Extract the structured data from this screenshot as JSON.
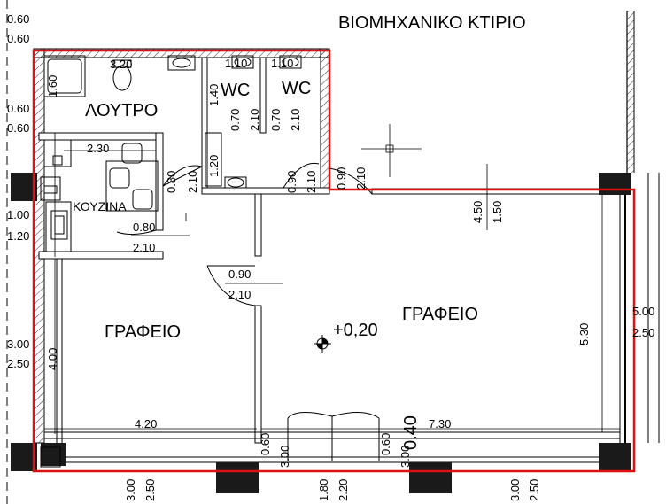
{
  "title": "ΒΙΟΜΗΧΑΝΙΚΟ ΚΤΙΡΙΟ",
  "rooms": {
    "bath": "ΛΟΥΤΡΟ",
    "wc1": "WC",
    "wc2": "WC",
    "kitchen": "ΚΟΥΖΙΝΑ",
    "office_left": "ΓΡΑΦΕΙΟ",
    "office_right": "ΓΡΑΦΕΙΟ"
  },
  "elevation": "+0,20",
  "dims": {
    "left": [
      "0.60",
      "0.60",
      "0.60",
      "0.60",
      "1.00",
      "1.20",
      "3.00",
      "2.50"
    ],
    "bath": {
      "width": "3.20",
      "height": "1.60"
    },
    "wc_a": {
      "w": "1.10",
      "h": "1.40",
      "door_w": "0.70",
      "door_h": "2.10"
    },
    "wc_b": {
      "w": "1.10",
      "door_w": "0.70",
      "door_h": "2.10"
    },
    "kitchen": {
      "width": "2.30",
      "depth": "1.20",
      "side": "2.10"
    },
    "door_wc": {
      "w": "0.80",
      "h": "2.10"
    },
    "door_corr": {
      "w": "0.90",
      "h": "2.10"
    },
    "door_ext": {
      "w": "0.90",
      "h": "2.10"
    },
    "door_kitchen": {
      "w": "0.80",
      "h": "2.10"
    },
    "door_office": {
      "w": "0.90",
      "h": "2.10"
    },
    "left_office": {
      "width": "4.20",
      "height": "4.00"
    },
    "right_office": {
      "width": "7.30",
      "height": "5.30",
      "depth1": "4.50",
      "depth2": "1.50"
    },
    "right_edge": {
      "a": "5.00",
      "b": "2.50"
    },
    "entrance": {
      "w": "1.80",
      "h": "2.20"
    },
    "windows_bottom": {
      "left": [
        "3.00",
        "2.50"
      ],
      "a": [
        "0.60",
        "3.00"
      ],
      "b": [
        "0.60",
        "3.00"
      ],
      "right": [
        "3.00",
        "2.50"
      ]
    },
    "wall": "0.40"
  },
  "colors": {
    "highlight": "#dd1111",
    "wall": "#000000",
    "column": "#1a1a1a"
  }
}
